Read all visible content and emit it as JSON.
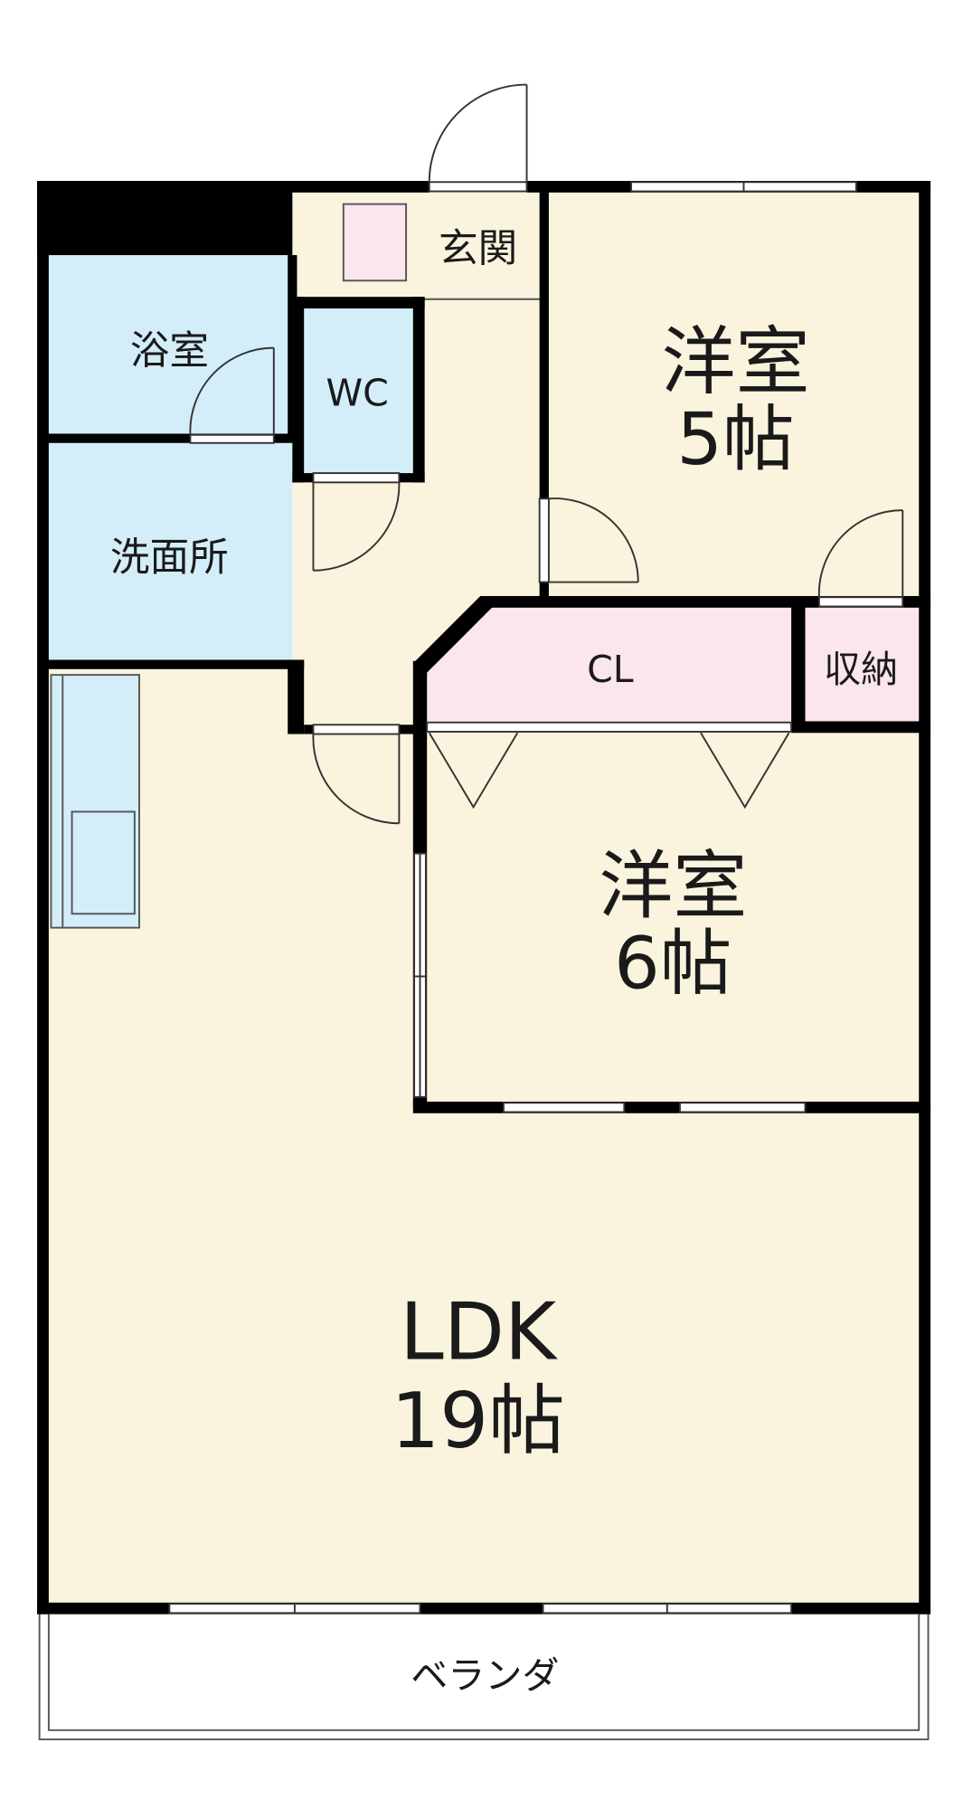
{
  "rooms": {
    "bath": "浴室",
    "entrance": "玄関",
    "wc": "WC",
    "western5_name": "洋室",
    "western5_size": "5帖",
    "washroom": "洗面所",
    "closet": "CL",
    "storage": "収納",
    "western6_name": "洋室",
    "western6_size": "6帖",
    "ldk_name": "LDK",
    "ldk_size": "19帖",
    "veranda": "ベランダ"
  },
  "colors": {
    "floor": "#faf3de",
    "wet_area": "#d3eef9",
    "storage": "#fbe5ee",
    "wall": "#000000"
  }
}
